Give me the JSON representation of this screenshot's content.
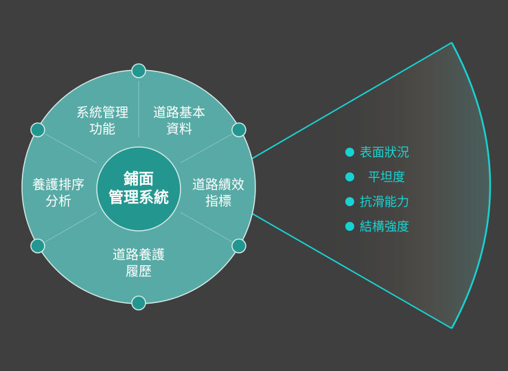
{
  "center": {
    "line1": "鋪面",
    "line2": "管理系統"
  },
  "segments": [
    {
      "line1": "系統管理",
      "line2": "功能"
    },
    {
      "line1": "道路基本",
      "line2": "資料"
    },
    {
      "line1": "道路績效",
      "line2": "指標"
    },
    {
      "line1": "道路養護",
      "line2": "履歷"
    },
    {
      "line1": "養護排序",
      "line2": "分析"
    }
  ],
  "details": [
    "表面狀況",
    "平坦度",
    "抗滑能力",
    "結構強度"
  ],
  "colors": {
    "background": "#3f3f3f",
    "outer": "#58aaa6",
    "inner": "#23978f",
    "accent": "#19d3d3"
  }
}
